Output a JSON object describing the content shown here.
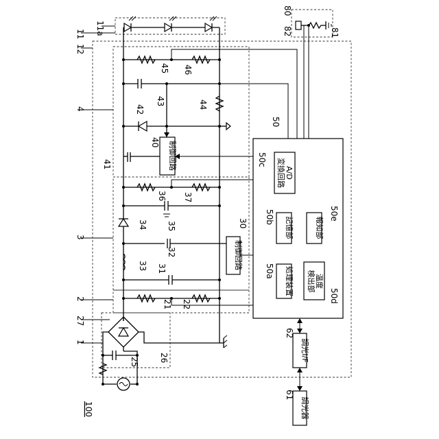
{
  "refs": {
    "r100": "100",
    "r1": "1",
    "r2": "2",
    "r3": "3",
    "r4": "4",
    "r11": "11",
    "r11a": "11a",
    "r12": "12",
    "r21": "21",
    "r22": "22",
    "r25": "25",
    "r26": "26",
    "r27": "27",
    "r30": "30",
    "r31": "31",
    "r32": "32",
    "r33": "33",
    "r34": "34",
    "r35": "35",
    "r36": "36",
    "r37": "37",
    "r40": "40",
    "r41": "41",
    "r42": "42",
    "r43": "43",
    "r44": "44",
    "r45": "45",
    "r46": "46",
    "r50": "50",
    "r50a": "50a",
    "r50b": "50b",
    "r50c": "50c",
    "r50d": "50d",
    "r50e": "50e",
    "r61": "61",
    "r62": "62",
    "r80": "80",
    "r81": "81",
    "r82": "82"
  },
  "blocks": {
    "control30": "制御回路",
    "control40": "制御回路",
    "processor": "処理装置",
    "storage": "記憶部",
    "notify": "報知部",
    "temp_line1": "温度",
    "temp_line2": "検出部",
    "ad_line1": "A/D",
    "ad_line2": "変換回路",
    "dimmer_if": "調光I/F",
    "dimmer": "調光器"
  }
}
